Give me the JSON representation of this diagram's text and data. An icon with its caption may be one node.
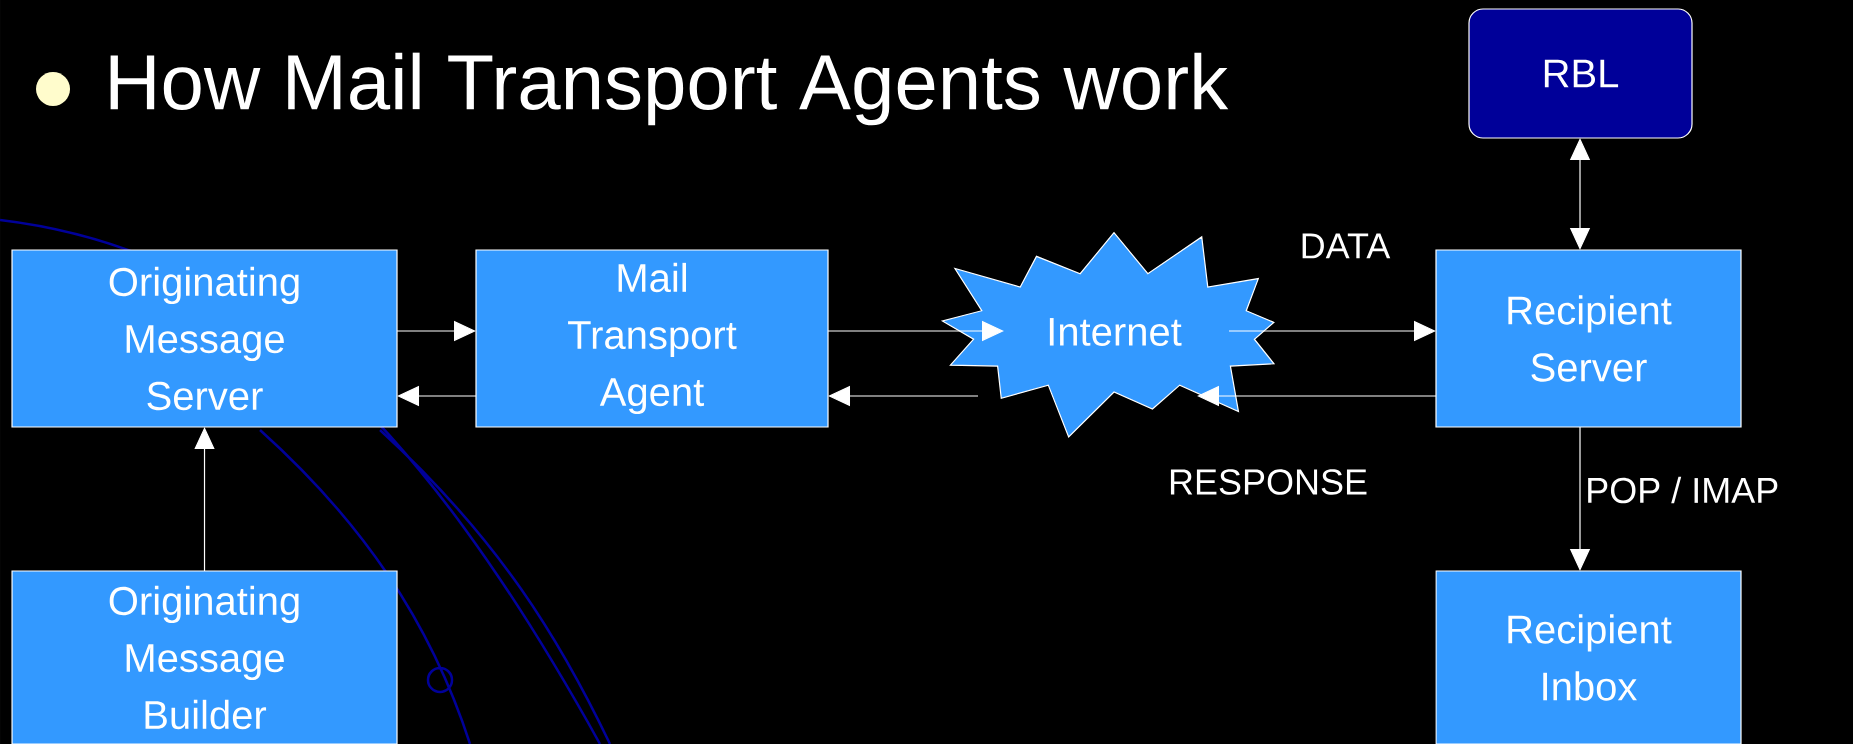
{
  "diagram": {
    "title": "How Mail Transport Agents work",
    "nodes": [
      {
        "text": [
          "Originating Message Server"
        ]
      },
      {
        "text": [
          "Mail Transport Agent"
        ]
      },
      {
        "text": [
          "Internet"
        ]
      },
      {
        "text": [
          "RBL"
        ]
      },
      {
        "text": [
          "Recipient Server"
        ]
      },
      {
        "text": [
          "Originating Message Builder"
        ]
      },
      {
        "text": [
          "Recipient Inbox"
        ]
      }
    ],
    "edges": [
      {
        "from": 0,
        "to": 1,
        "arrow": "to"
      },
      {
        "from": 1,
        "to": 0,
        "arrow": "to"
      },
      {
        "from": 1,
        "to": 2,
        "arrow": "to"
      },
      {
        "from": 2,
        "to": 1,
        "arrow": "to"
      },
      {
        "from": 2,
        "to": 4,
        "arrow": "to",
        "label": "DATA"
      },
      {
        "from": 4,
        "to": 2,
        "arrow": "to",
        "label": "RESPONSE"
      },
      {
        "from": 3,
        "to": 4,
        "arrow": "both"
      },
      {
        "from": 4,
        "to": 6,
        "arrow": "to",
        "label": "POP / IMAP"
      },
      {
        "from": 5,
        "to": 0,
        "arrow": "to"
      }
    ]
  }
}
